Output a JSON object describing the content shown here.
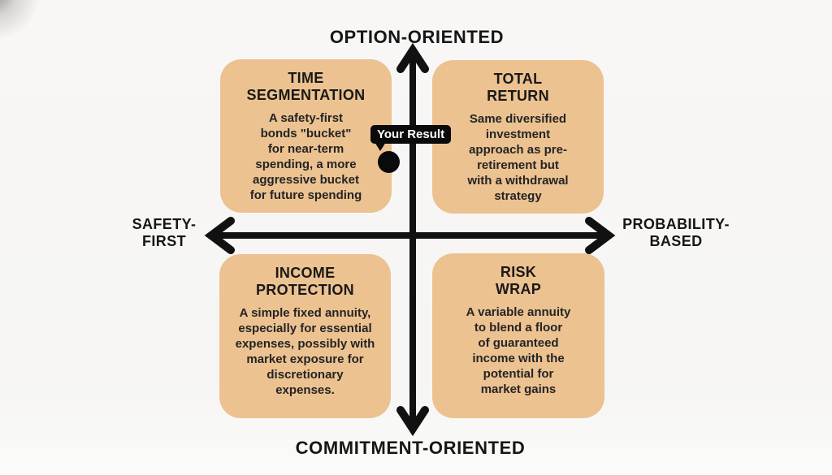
{
  "axes": {
    "top_label": "OPTION-ORIENTED",
    "bottom_label": "COMMITMENT-ORIENTED",
    "left_label": [
      "SAFETY-",
      "FIRST"
    ],
    "right_label": [
      "PROBABILITY-",
      "BASED"
    ]
  },
  "quadrants": {
    "top_left": {
      "title": [
        "TIME",
        "SEGMENTATION"
      ],
      "body": [
        "A safety-first",
        "bonds \"bucket\"",
        "for near-term",
        "spending, a more",
        "aggressive bucket",
        "for future spending"
      ]
    },
    "top_right": {
      "title": [
        "TOTAL",
        "RETURN"
      ],
      "body": [
        "Same diversified",
        "investment",
        "approach as pre-",
        "retirement but",
        "with a withdrawal",
        "strategy"
      ]
    },
    "bottom_left": {
      "title": [
        "INCOME",
        "PROTECTION"
      ],
      "body": [
        "A simple fixed annuity,",
        "especially for essential",
        "expenses, possibly with",
        "market exposure for",
        "discretionary",
        "expenses."
      ]
    },
    "bottom_right": {
      "title": [
        "RISK",
        "WRAP"
      ],
      "body": [
        "A variable annuity",
        "to blend a floor",
        "of guaranteed",
        "income with the",
        "potential for",
        "market gains"
      ]
    }
  },
  "result_marker": {
    "label": "Your Result"
  },
  "colors": {
    "quadrant_box": "#ecc291",
    "axis": "#111111",
    "text": "#1c1c1c",
    "marker_background": "#0a0a0a",
    "marker_text": "#ffffff",
    "page_background": "#f7f6f4"
  }
}
